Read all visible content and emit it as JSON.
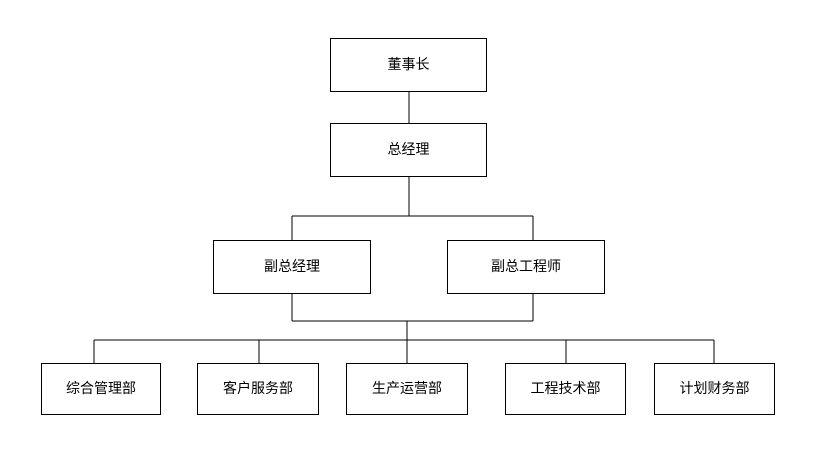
{
  "org_chart": {
    "top": {
      "chairman": "董事长",
      "general_manager": "总经理"
    },
    "deputies": [
      {
        "label": "副总经理"
      },
      {
        "label": "副总工程师"
      }
    ],
    "departments": [
      {
        "label": "综合管理部"
      },
      {
        "label": "客户服务部"
      },
      {
        "label": "生产运营部"
      },
      {
        "label": "工程技术部"
      },
      {
        "label": "计划财务部"
      }
    ]
  },
  "colors": {
    "line": "#000000",
    "box_border": "#000000",
    "background": "#ffffff",
    "text": "#000000"
  }
}
